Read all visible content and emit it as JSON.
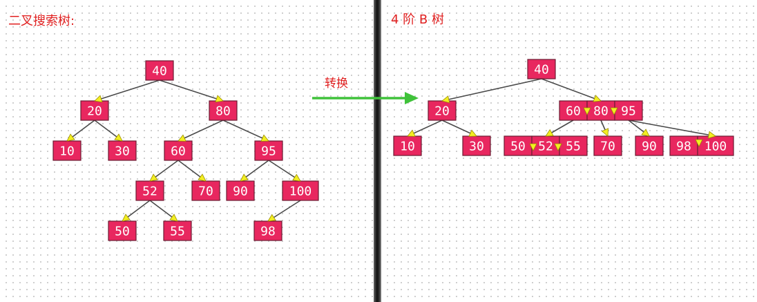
{
  "left": {
    "title": "二叉搜索树:",
    "nodes": [
      {
        "id": "n40",
        "label": "40"
      },
      {
        "id": "n20",
        "label": "20"
      },
      {
        "id": "n80",
        "label": "80"
      },
      {
        "id": "n10",
        "label": "10"
      },
      {
        "id": "n30",
        "label": "30"
      },
      {
        "id": "n60",
        "label": "60"
      },
      {
        "id": "n95",
        "label": "95"
      },
      {
        "id": "n52",
        "label": "52"
      },
      {
        "id": "n70",
        "label": "70"
      },
      {
        "id": "n90",
        "label": "90"
      },
      {
        "id": "n100",
        "label": "100"
      },
      {
        "id": "n50",
        "label": "50"
      },
      {
        "id": "n55",
        "label": "55"
      },
      {
        "id": "n98",
        "label": "98"
      }
    ],
    "edges": [
      [
        "n40",
        "n20"
      ],
      [
        "n40",
        "n80"
      ],
      [
        "n20",
        "n10"
      ],
      [
        "n20",
        "n30"
      ],
      [
        "n80",
        "n60"
      ],
      [
        "n80",
        "n95"
      ],
      [
        "n60",
        "n52"
      ],
      [
        "n60",
        "n70"
      ],
      [
        "n95",
        "n90"
      ],
      [
        "n95",
        "n100"
      ],
      [
        "n52",
        "n50"
      ],
      [
        "n52",
        "n55"
      ],
      [
        "n100",
        "n98"
      ]
    ]
  },
  "arrow": {
    "label": "转换",
    "color": "#3fc23a"
  },
  "right": {
    "title": "4 阶 B 树",
    "nodes": [
      {
        "id": "b40",
        "label": "40"
      },
      {
        "id": "b20",
        "label": "20"
      },
      {
        "id": "b60",
        "label": "60"
      },
      {
        "id": "b80",
        "label": "80"
      },
      {
        "id": "b95",
        "label": "95"
      },
      {
        "id": "b10",
        "label": "10"
      },
      {
        "id": "b30",
        "label": "30"
      },
      {
        "id": "b50",
        "label": "50"
      },
      {
        "id": "b52",
        "label": "52"
      },
      {
        "id": "b55",
        "label": "55"
      },
      {
        "id": "b70",
        "label": "70"
      },
      {
        "id": "b90",
        "label": "90"
      },
      {
        "id": "b98",
        "label": "98"
      },
      {
        "id": "b100",
        "label": "100"
      }
    ],
    "edges": [
      [
        "b40",
        "b20"
      ],
      [
        "b40",
        "b80"
      ],
      [
        "b20",
        "b10"
      ],
      [
        "b20",
        "b30"
      ],
      [
        "b60",
        "b52"
      ],
      [
        "b80",
        "b70"
      ],
      [
        "b95",
        "b90"
      ],
      [
        "b95",
        "b100"
      ]
    ]
  },
  "colors": {
    "node_fill": "#e8275f",
    "node_text": "#ffffff",
    "title": "#e02020",
    "edge": "#4a4a4a",
    "arrowhead": "#f2ee22"
  }
}
